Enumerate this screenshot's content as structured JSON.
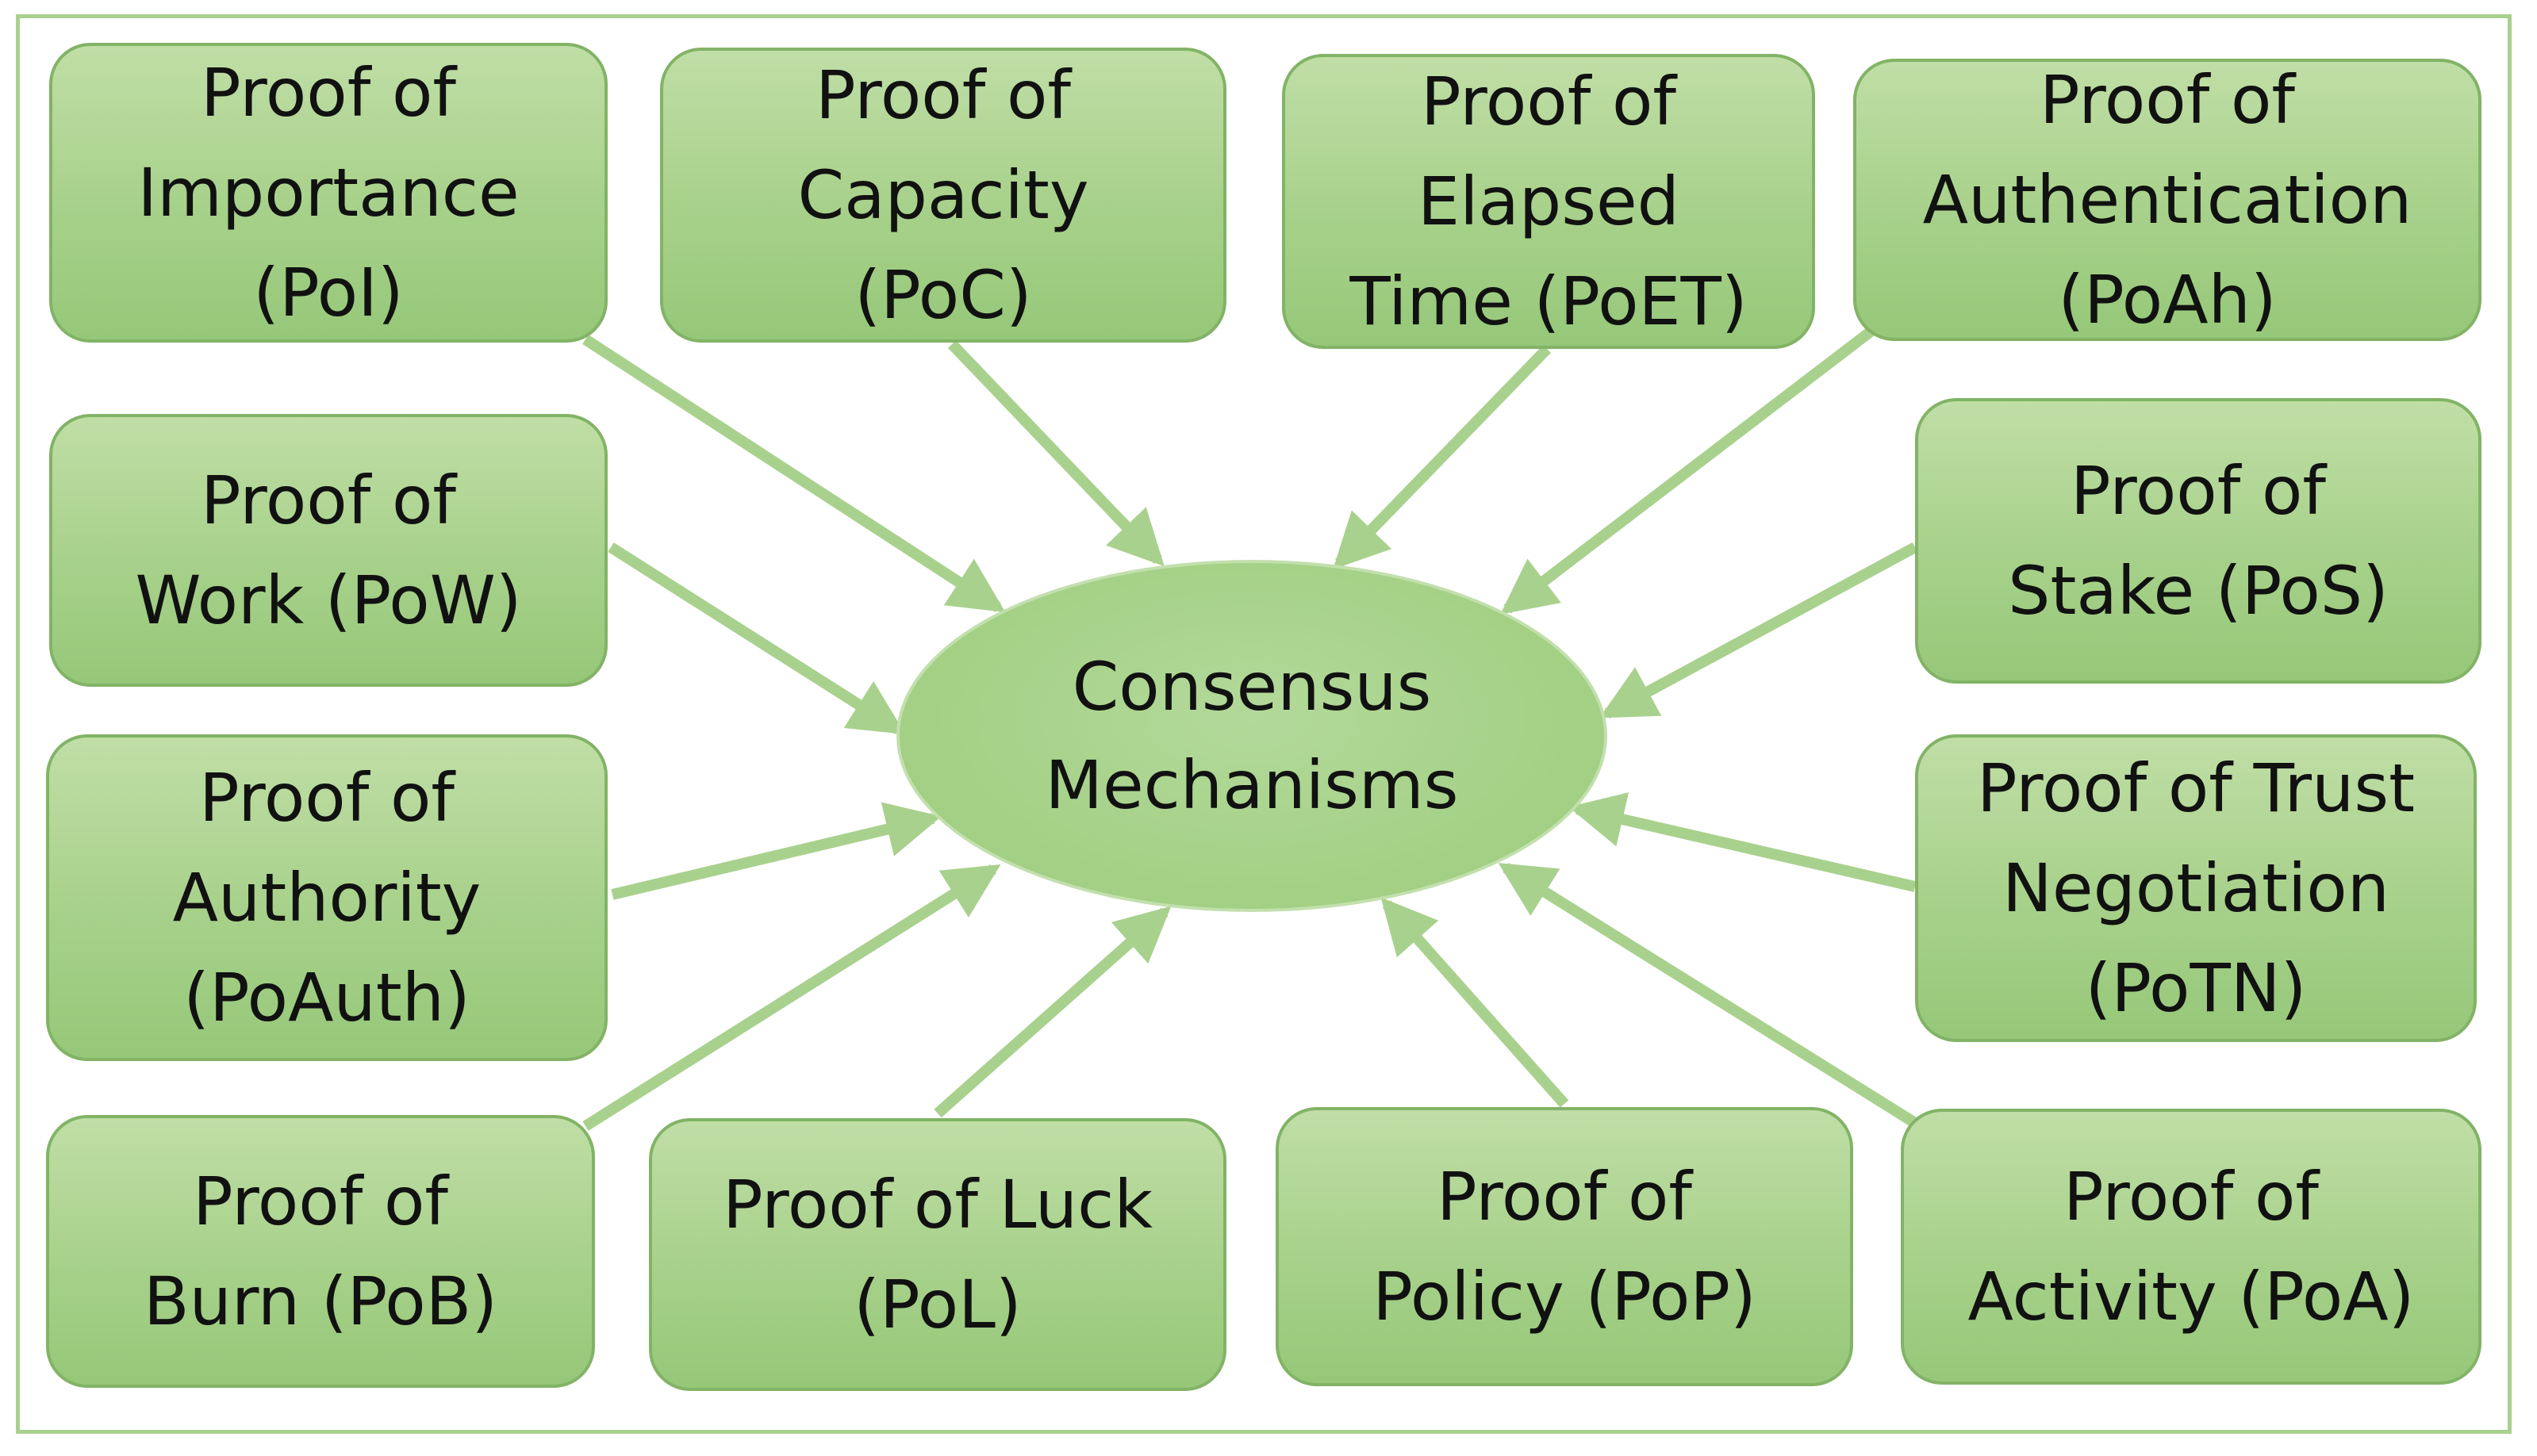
{
  "hub": {
    "label": "Consensus\nMechanisms"
  },
  "nodes": [
    {
      "id": "poi",
      "label": "Proof of\nImportance\n(PoI)"
    },
    {
      "id": "poc",
      "label": "Proof of\nCapacity\n(PoC)"
    },
    {
      "id": "poet",
      "label": "Proof of\nElapsed\nTime (PoET)"
    },
    {
      "id": "poah",
      "label": "Proof of\nAuthentication\n(PoAh)"
    },
    {
      "id": "pow",
      "label": "Proof of\nWork (PoW)"
    },
    {
      "id": "pos",
      "label": "Proof of\nStake (PoS)"
    },
    {
      "id": "poauth",
      "label": "Proof of\nAuthority\n(PoAuth)"
    },
    {
      "id": "potn",
      "label": "Proof of Trust\nNegotiation\n(PoTN)"
    },
    {
      "id": "pob",
      "label": "Proof of\nBurn (PoB)"
    },
    {
      "id": "pol",
      "label": "Proof of Luck\n(PoL)"
    },
    {
      "id": "pop",
      "label": "Proof of\nPolicy (PoP)"
    },
    {
      "id": "poa",
      "label": "Proof of\nActivity (PoA)"
    }
  ],
  "colors": {
    "node_fill": "#a9d18e",
    "node_border": "#82b366",
    "arrow": "#a9d18e",
    "frame": "#a9d18e",
    "text": "#111111"
  }
}
